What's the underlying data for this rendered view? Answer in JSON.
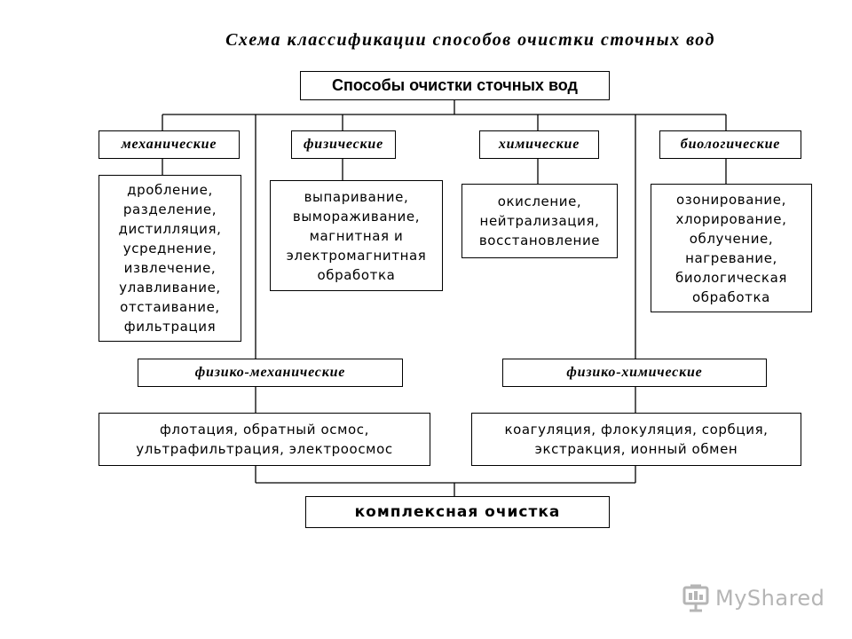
{
  "title": "Схема классификации способов очистки сточных вод",
  "root": "Способы очистки сточных вод",
  "categories": {
    "mechanical": "механические",
    "physical": "физические",
    "chemical": "химические",
    "biological": "биологические",
    "physmech": "физико-механические",
    "physchem": "физико-химические"
  },
  "methods": {
    "mechanical": "дробление,\nразделение,\nдистилляция,\nусреднение,\nизвлечение,\nулавливание,\nотстаивание,\nфильтрация",
    "physical": "выпаривание,\nвымораживание,\nмагнитная и\nэлектромагнитная\nобработка",
    "chemical": "окисление,\nнейтрализация,\nвосстановление",
    "biological": "озонирование,\nхлорирование,\nоблучение,\nнагревание,\nбиологическая\nобработка",
    "physmech": "флотация, обратный осмос,\nультрафильтрация, электроосмос",
    "physchem": "коагуляция, флокуляция, сорбция,\nэкстракция, ионный обмен"
  },
  "final": "комплексная очистка",
  "watermark": {
    "brand": "MyShared",
    "icon": "presentation-board-icon",
    "color": "#b5b5b5"
  }
}
